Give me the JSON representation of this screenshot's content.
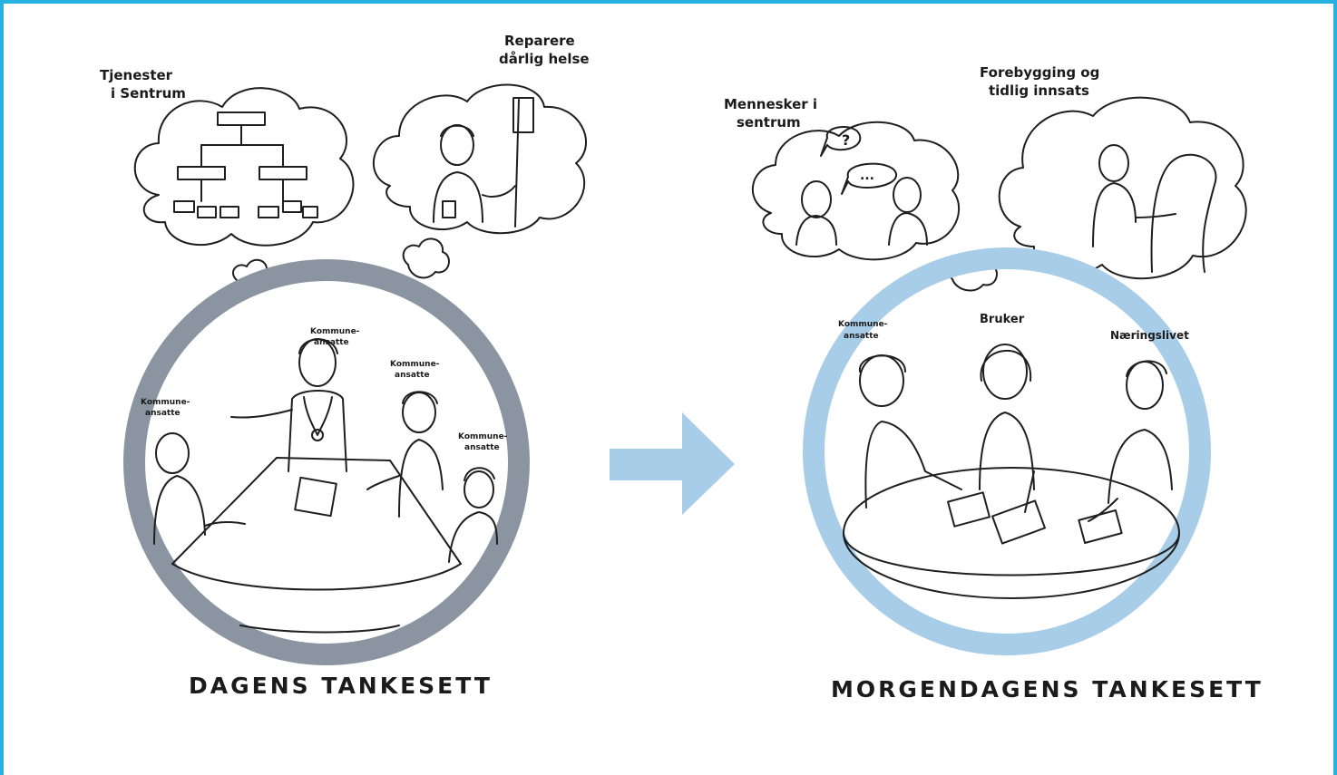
{
  "colors": {
    "frame": "#27b0e2",
    "ring_today": "#8b95a1",
    "ring_tomorrow": "#a8cde9",
    "arrow": "#a8cde9"
  },
  "left_panel": {
    "caption": "DAGENS TANKESETT",
    "bubble_1_label_line1": "Tjenester",
    "bubble_1_label_line2": "i Sentrum",
    "bubble_2_label_line1": "Reparere",
    "bubble_2_label_line2": "dårlig helse",
    "person_labels": [
      [
        "Kommune-",
        "ansatte"
      ],
      [
        "Kommune-",
        "ansatte"
      ],
      [
        "Kommune-",
        "ansatte"
      ],
      [
        "Kommune-",
        "ansatte"
      ]
    ]
  },
  "right_panel": {
    "caption": "MORGENDAGENS TANKESETT",
    "bubble_1_label_line1": "Mennesker i",
    "bubble_1_label_line2": "sentrum",
    "bubble_2_label_line1": "Forebygging og",
    "bubble_2_label_line2": "tidlig innsats",
    "speech_question": "?",
    "speech_dots": "...",
    "person_labels": [
      [
        "Kommune-",
        "ansatte"
      ],
      [
        "Bruker"
      ],
      [
        "Næringslivet"
      ]
    ]
  },
  "arrow_icon": "right-arrow-icon"
}
